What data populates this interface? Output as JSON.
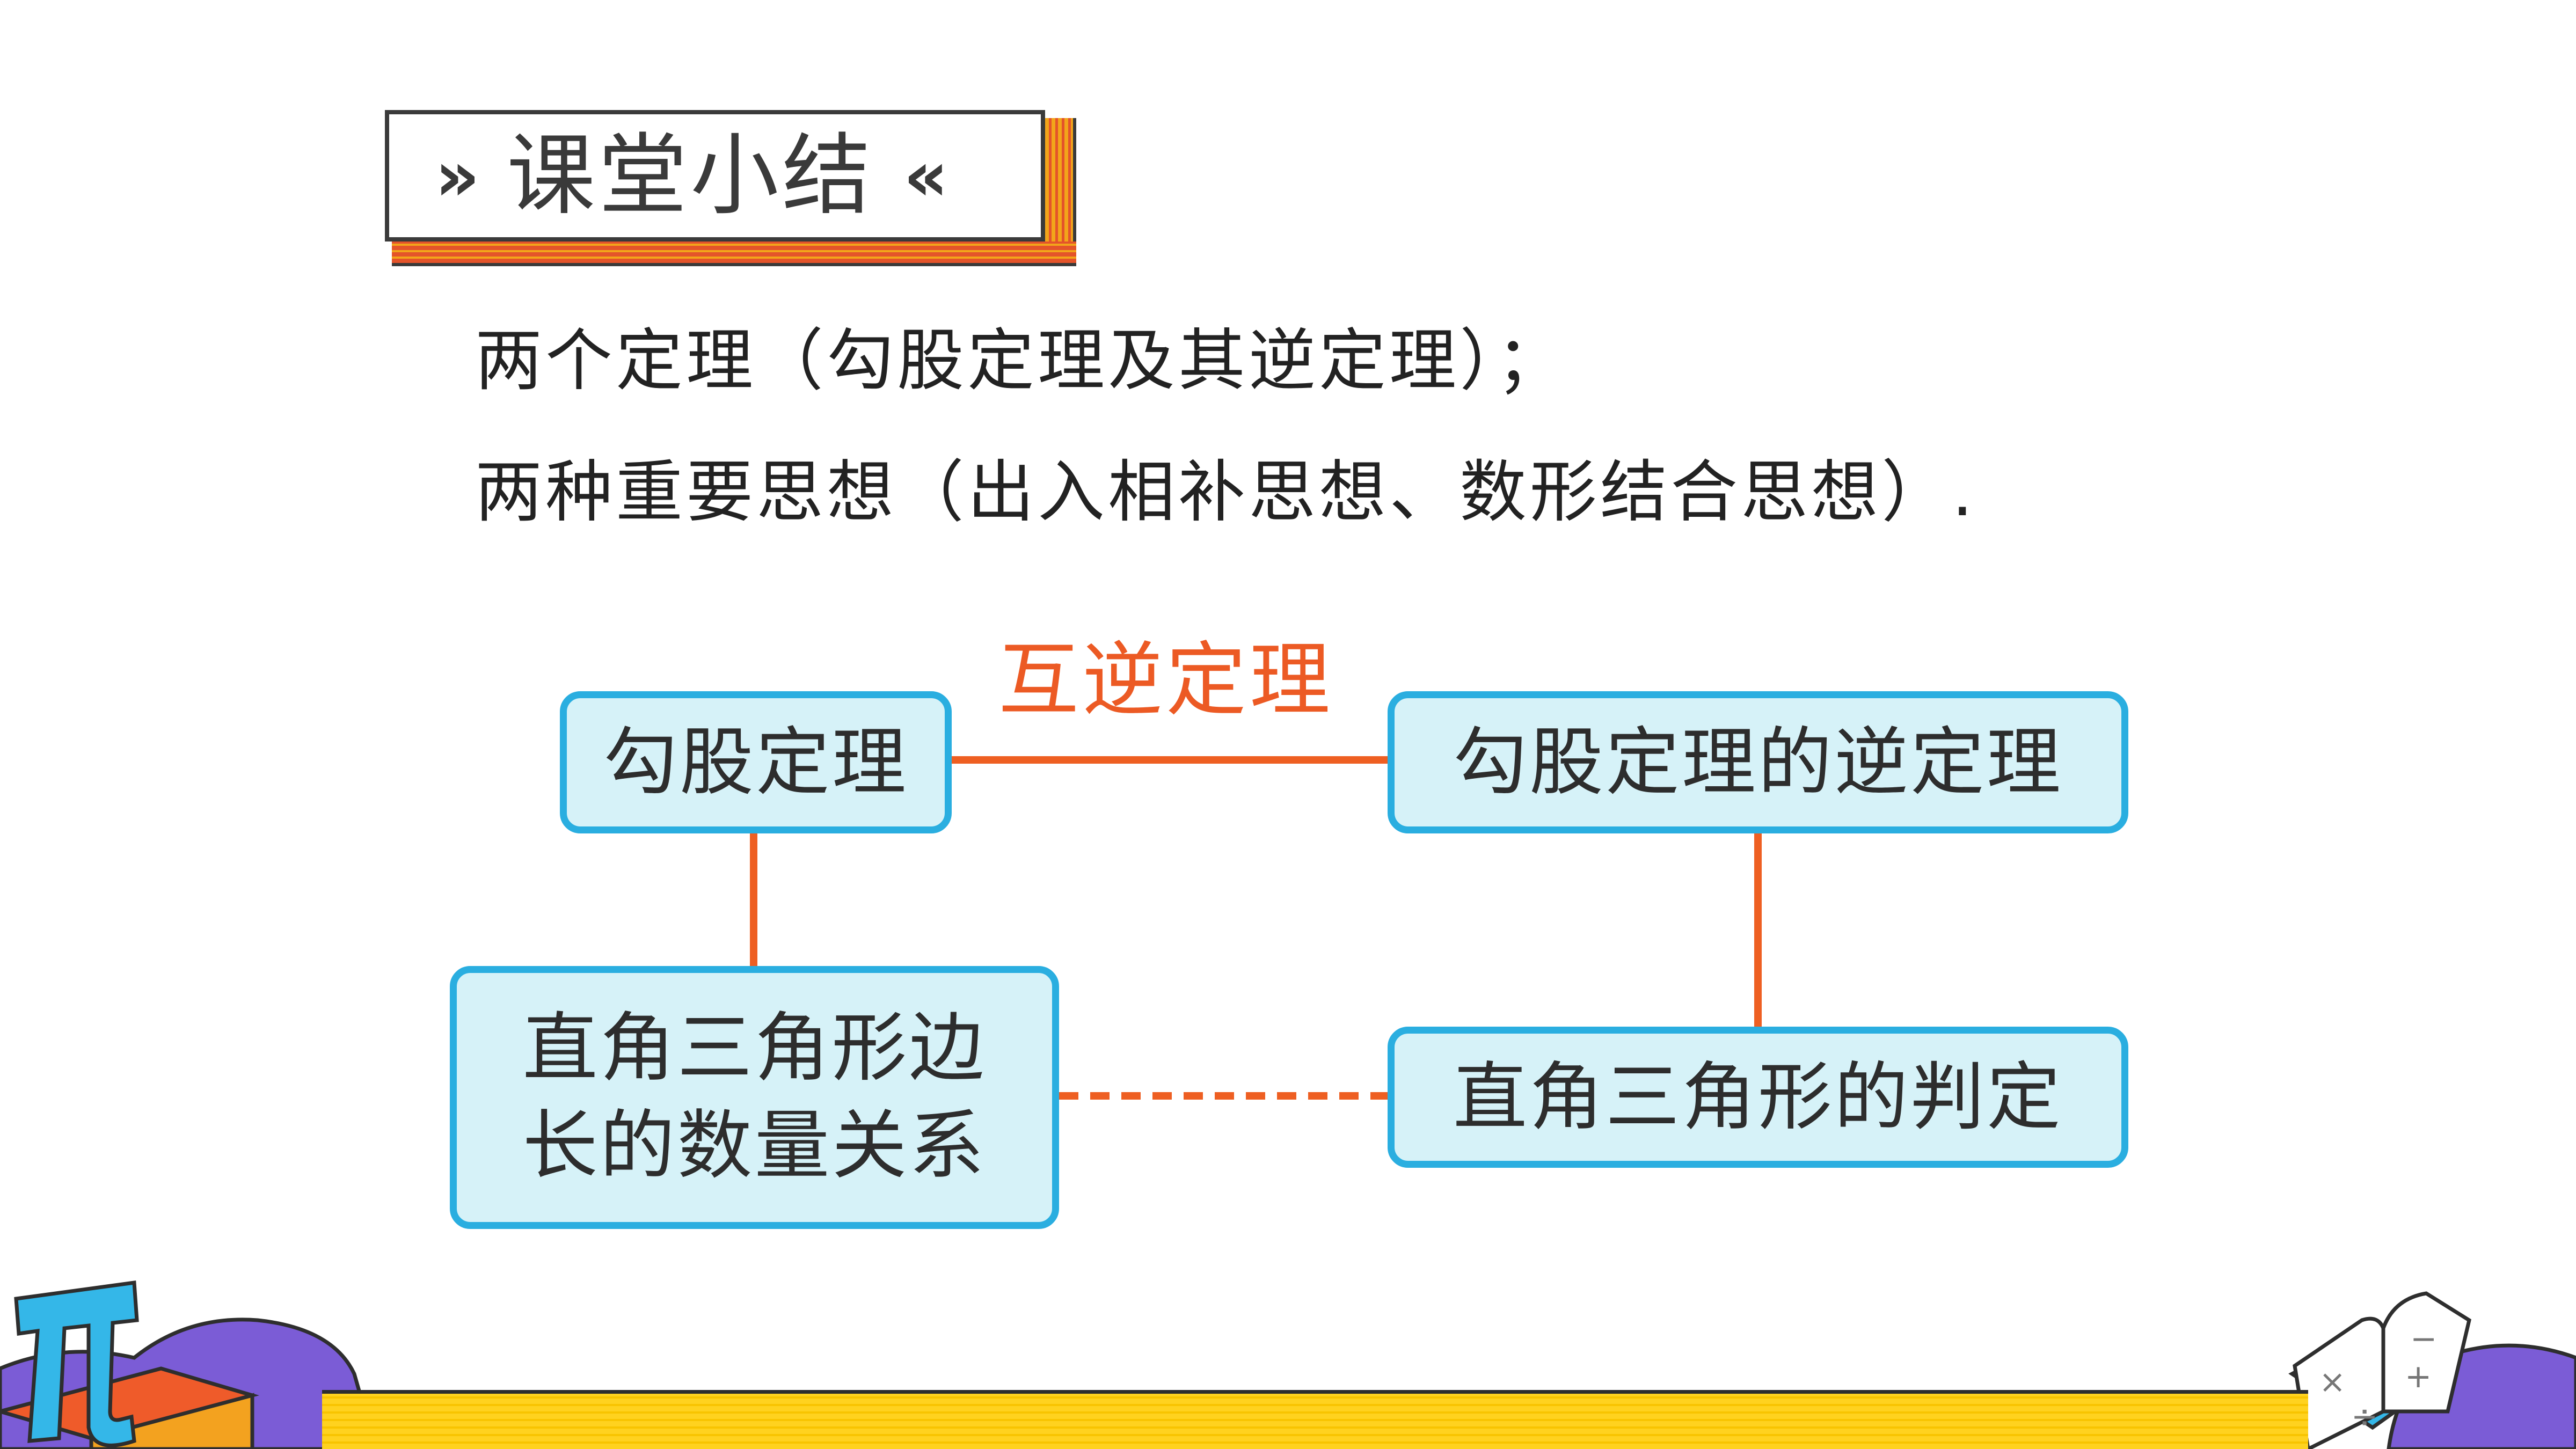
{
  "title": {
    "left_arrows": "»",
    "text": "课堂小结",
    "right_arrows": "«"
  },
  "summary": {
    "line1": "两个定理（勾股定理及其逆定理）；",
    "line2": "两种重要思想（出入相补思想、数形结合思想）."
  },
  "diagram": {
    "relation_label": "互逆定理",
    "box_pythagorean": "勾股定理",
    "box_converse": "勾股定理的逆定理",
    "box_side_relation": "直角三角形边\n长的数量关系",
    "box_judgement": "直角三角形的判定"
  },
  "decorations": {
    "pi_symbol": "π",
    "book_symbols": [
      "×",
      "÷",
      "−",
      "+"
    ]
  },
  "colors": {
    "box_fill": "#d6f2f8",
    "box_border": "#2aaee0",
    "connector": "#ee5f22",
    "relation_label": "#ec5a24",
    "floor_yellow": "#ffd21f",
    "purple_shape": "#7b5cd6"
  }
}
